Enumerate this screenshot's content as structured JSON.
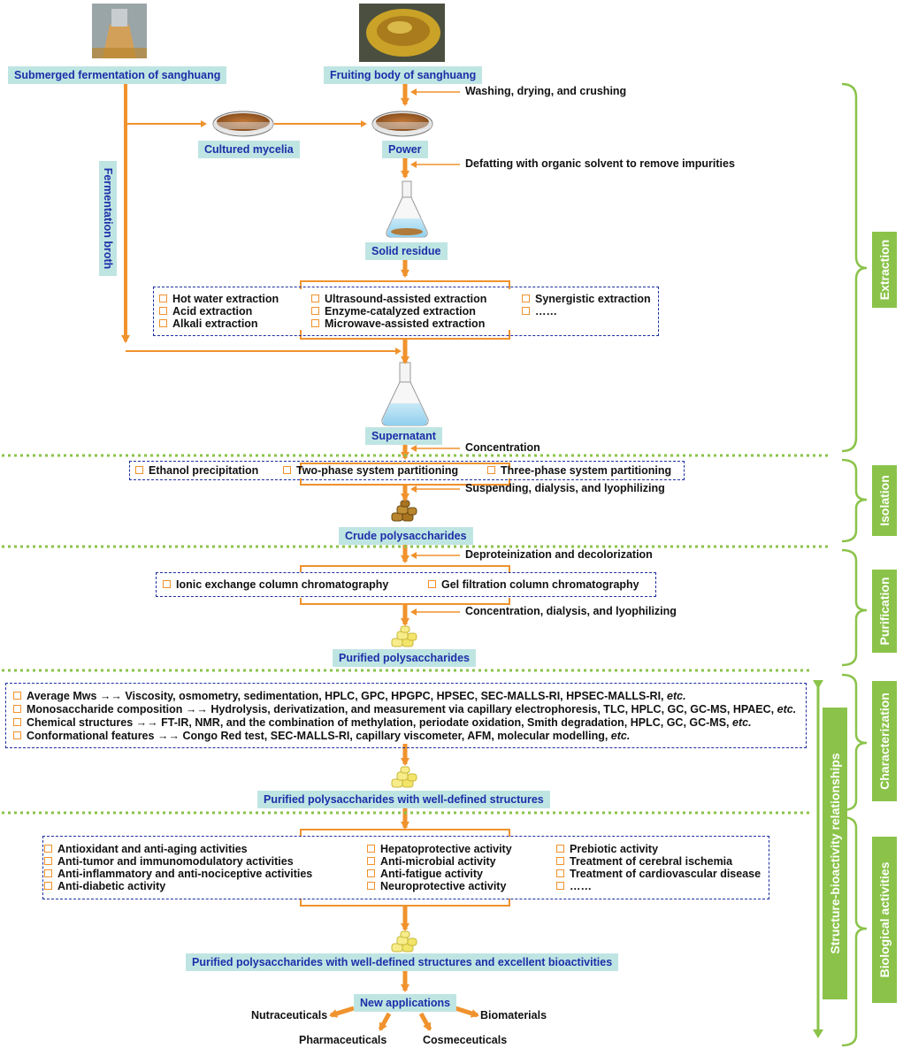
{
  "sources": {
    "fermentation_label": "Submerged fermentation of sanghuang",
    "fruiting_label": "Fruiting body of sanghuang",
    "mycelia_label": "Cultured mycelia",
    "power_label": "Power",
    "broth_label": "Fermentation broth",
    "residue_label": "Solid residue",
    "supernatant_label": "Supernatant"
  },
  "steps": {
    "washing": "Washing, drying, and crushing",
    "defatting": "Defatting with organic solvent to remove impurities",
    "concentration": "Concentration",
    "suspending": "Suspending, dialysis, and lyophilizing",
    "deproteinization": "Deproteinization and decolorization",
    "conc_dialysis": "Concentration, dialysis, and lyophilizing"
  },
  "extraction_methods": [
    "Hot water extraction",
    "Acid extraction",
    "Alkali extraction",
    "Ultrasound-assisted extraction",
    "Enzyme-catalyzed extraction",
    "Microwave-assisted extraction",
    "Synergistic extraction",
    "……"
  ],
  "isolation_methods": [
    "Ethanol precipitation",
    "Two-phase system partitioning",
    "Three-phase system partitioning"
  ],
  "products": {
    "crude": "Crude polysaccharides",
    "purified": "Purified polysaccharides",
    "well_defined": "Purified polysaccharides with well-defined structures",
    "excellent": "Purified polysaccharides with well-defined structures and excellent bioactivities",
    "new_apps": "New applications"
  },
  "purification_methods": [
    "Ionic exchange column chromatography",
    "Gel filtration column chromatography"
  ],
  "characterization": [
    {
      "term": "Average Mws",
      "methods": "Viscosity, osmometry, sedimentation, HPLC, GPC, HPGPC, HPSEC, SEC-MALLS-RI, HPSEC-MALLS-RI,",
      "etc": "etc."
    },
    {
      "term": "Monosaccharide composition",
      "methods": "Hydrolysis, derivatization, and measurement via capillary electrophoresis, TLC, HPLC, GC, GC-MS, HPAEC,",
      "etc": "etc."
    },
    {
      "term": "Chemical structures",
      "methods": "FT-IR, NMR, and the combination of methylation, periodate oxidation, Smith degradation, HPLC, GC, GC-MS,",
      "etc": "etc."
    },
    {
      "term": "Conformational features",
      "methods": "Congo Red test, SEC-MALLS-RI, capillary viscometer, AFM, molecular modelling,",
      "etc": "etc."
    }
  ],
  "arrow_glyph": "→→",
  "bioactivities": [
    "Antioxidant and anti-aging activities",
    "Anti-tumor and immunomodulatory activities",
    "Anti-inflammatory and anti-nociceptive activities",
    "Anti-diabetic activity",
    "Hepatoprotective activity",
    "Anti-microbial activity",
    "Anti-fatigue activity",
    "Neuroprotective activity",
    "Prebiotic activity",
    "Treatment of cerebral ischemia",
    "Treatment of cardiovascular disease",
    "……"
  ],
  "applications": [
    "Nutraceuticals",
    "Pharmaceuticals",
    "Cosmeceuticals",
    "Biomaterials"
  ],
  "sections": [
    "Extraction",
    "Isolation",
    "Purification",
    "Characterization",
    "Biological activities"
  ],
  "relationship_label": "Structure-bioactivity relationships",
  "colors": {
    "arrow": "#f0922d",
    "label_bg": "#bfe5e3",
    "label_text": "#1b2fa8",
    "section": "#8bc34a",
    "box_border": "#1d2fa0"
  }
}
